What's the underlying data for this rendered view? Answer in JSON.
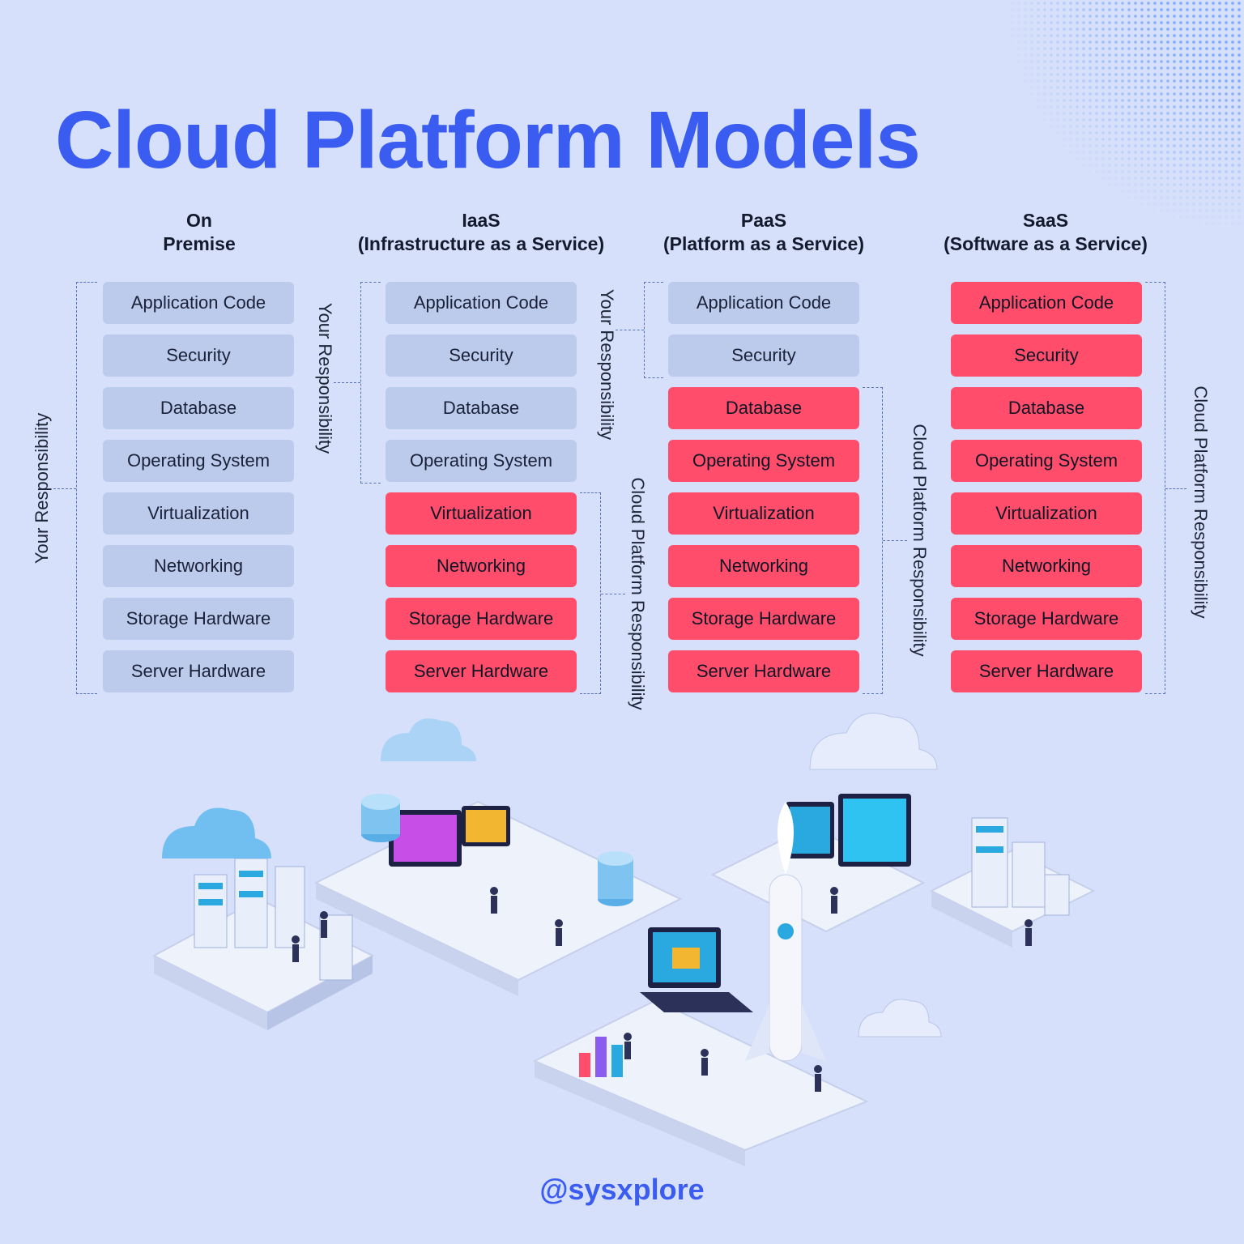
{
  "title": "Cloud Platform Models",
  "handle": "@sysxplore",
  "colors": {
    "your_responsibility": "#bccbec",
    "cloud_responsibility": "#ff4d6b",
    "accent": "#3a5cf0"
  },
  "columns": [
    {
      "head1": "On",
      "head2": "Premise",
      "items": [
        "Application Code",
        "Security",
        "Database",
        "Operating System",
        "Virtualization",
        "Networking",
        "Storage Hardware",
        "Server Hardware"
      ],
      "your_count": 8
    },
    {
      "head1": "IaaS",
      "head2": "(Infrastructure as a Service)",
      "items": [
        "Application Code",
        "Security",
        "Database",
        "Operating System",
        "Virtualization",
        "Networking",
        "Storage Hardware",
        "Server Hardware"
      ],
      "your_count": 4
    },
    {
      "head1": "PaaS",
      "head2": "(Platform as a Service)",
      "items": [
        "Application Code",
        "Security",
        "Database",
        "Operating System",
        "Virtualization",
        "Networking",
        "Storage Hardware",
        "Server Hardware"
      ],
      "your_count": 2
    },
    {
      "head1": "SaaS",
      "head2": "(Software as a Service)",
      "items": [
        "Application Code",
        "Security",
        "Database",
        "Operating System",
        "Virtualization",
        "Networking",
        "Storage Hardware",
        "Server Hardware"
      ],
      "your_count": 0
    }
  ],
  "labels": {
    "your": "Your Responsibility",
    "cloud": "Cloud Platform Responsibility"
  }
}
